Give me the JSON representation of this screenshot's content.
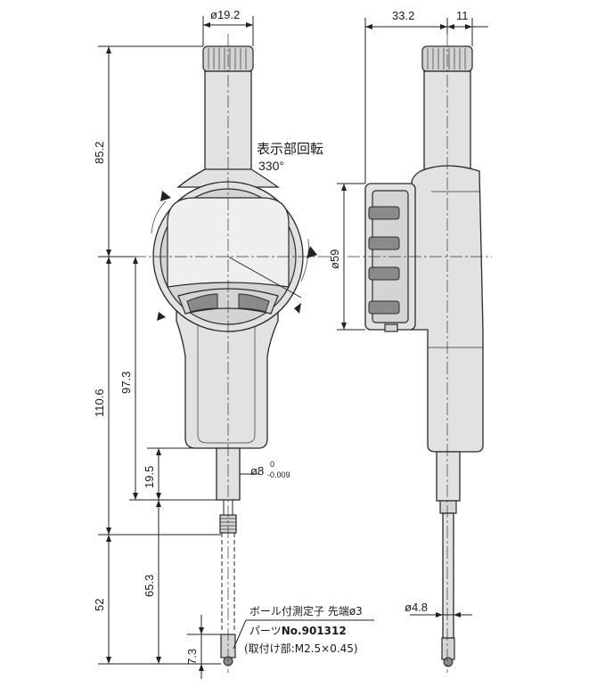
{
  "dimensions": {
    "top_diameter": "ø19.2",
    "side_width": "33.2",
    "side_small": "11",
    "height_upper": "85.2",
    "height_lower": "110.6",
    "height_mid": "97.3",
    "stem_length": "19.5",
    "stem_diameter": "ø8",
    "stem_tol_upper": "0",
    "stem_tol_lower": "-0.009",
    "face_diameter": "ø59",
    "tip_length": "52",
    "spindle_length": "65.3",
    "tip_small": "7.3",
    "spindle_diameter": "ø4.8"
  },
  "notes": {
    "rotation_title": "表示部回転",
    "rotation_angle": "330°",
    "contact_point": "ボール付測定子 先端ø3",
    "parts_prefix": "パーツ",
    "parts_no": "No.901312",
    "mounting": "(取付け部:M2.5×0.45)"
  }
}
